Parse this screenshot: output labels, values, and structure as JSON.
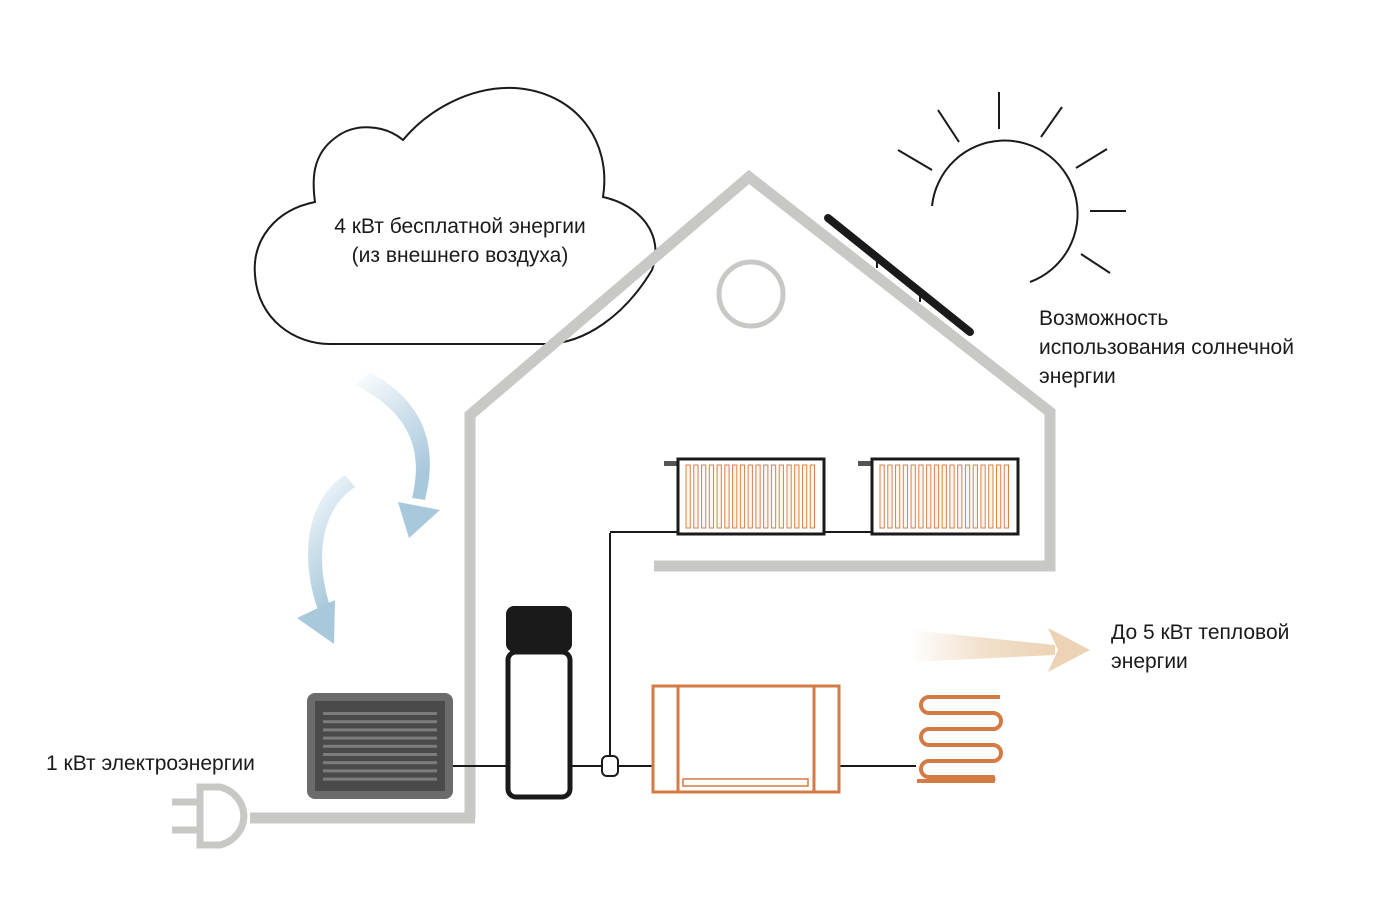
{
  "diagram": {
    "title": "Heat pump energy diagram",
    "labels": {
      "cloud": [
        "4 кВт бесплатной энергии",
        "(из внешнего воздуха)"
      ],
      "solar": [
        "Возможность",
        "использования солнечной",
        "энергии"
      ],
      "heat_output": [
        "До 5 кВт тепловой",
        "энергии"
      ],
      "electric_input": [
        "1 кВт электроэнергии"
      ]
    },
    "colors": {
      "house_wall": "#c8c8c6",
      "outline": "#1a1a1a",
      "radiator_fin": "#d9804a",
      "heating_accent": "#d47a45",
      "air_arrow": "#a8c8dc",
      "heat_arrow": "#ecd3b5",
      "outdoor_unit_outer": "#6b6b6b",
      "outdoor_unit_inner": "#4a4a4a",
      "outdoor_unit_grille": "#7d7d7d",
      "tank_cap": "#1a1a1a"
    },
    "components": {
      "radiator_count": 2,
      "radiator_fins": 17,
      "outdoor_unit_grille_lines": 9,
      "underfloor_loops": 4
    }
  }
}
